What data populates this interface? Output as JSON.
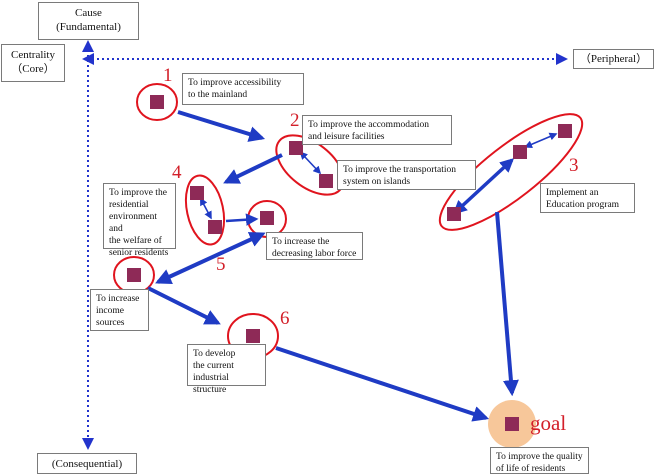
{
  "axes": {
    "cause": "Cause\n(Fundamental)",
    "centrality": "Centrality\n（Core）",
    "peripheral": "（Peripheral）",
    "consequential": "(Consequential)"
  },
  "groups": {
    "g1": "1",
    "g2": "2",
    "g3": "3",
    "g4": "4",
    "g5": "5",
    "g6": "6"
  },
  "labels": {
    "accessibility": "To improve accessibility\nto the mainland",
    "accommodation": "To improve the accommodation\nand leisure facilities",
    "transportation": "To improve the transportation\nsystem on islands",
    "education": "Implement  an\nEducation program",
    "residential": "To improve the\nresidential\nenvironment and\nthe welfare of\nsenior residents",
    "labor": "To increase the\ndecreasing labor force",
    "income": "To increase\nincome\nsources",
    "industrial": "To develop\nthe current\nindustrial structure",
    "quality": "To improve the quality\nof life of residents"
  },
  "goal": "goal",
  "colors": {
    "arrow": "#1f3bc4",
    "node": "#8e2a57",
    "ellipse": "#e0141e",
    "goal_fill": "#f7c79a",
    "axis": "#2233cc"
  }
}
